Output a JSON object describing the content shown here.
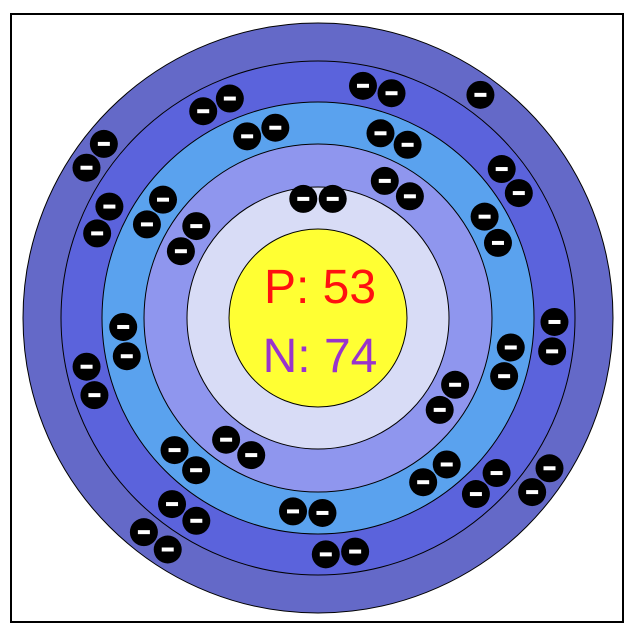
{
  "nucleus": {
    "protons_label": "P: 53",
    "neutrons_label": "N: 74",
    "protons_color": "#ff1010",
    "neutrons_color": "#9933cc",
    "fill_color": "#ffff33"
  },
  "shells": [
    {
      "name": "shell-1",
      "electrons": 2,
      "color": "#d8dcf6"
    },
    {
      "name": "shell-2",
      "electrons": 8,
      "color": "#8f96ee"
    },
    {
      "name": "shell-3",
      "electrons": 18,
      "color": "#5aa2ee"
    },
    {
      "name": "shell-4",
      "electrons": 18,
      "color": "#5b63dc"
    },
    {
      "name": "shell-5",
      "electrons": 7,
      "color": "#6469c8"
    }
  ],
  "electron_symbol": "-",
  "colors": {
    "electron": "#000000",
    "electron_sign": "#ffffff",
    "outline": "#000000"
  }
}
